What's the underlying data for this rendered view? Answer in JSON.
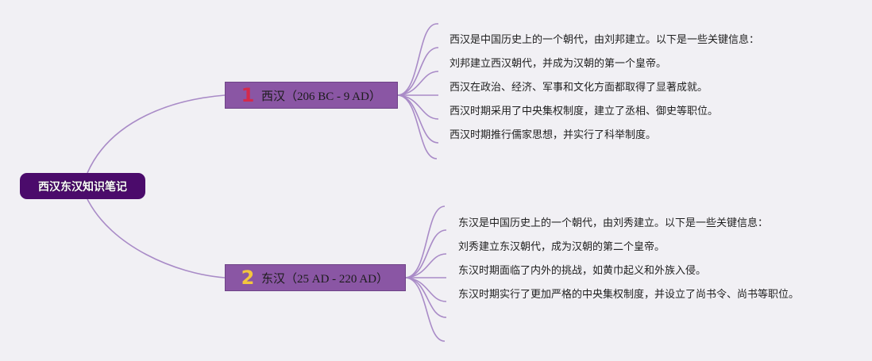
{
  "root": {
    "label": "西汉东汉知识笔记"
  },
  "branches": [
    {
      "number": "1",
      "label": "西汉（206 BC - 9 AD）",
      "number_color": "#d42a4c",
      "items": [
        "西汉是中国历史上的一个朝代，由刘邦建立。以下是一些关键信息：",
        "刘邦建立西汉朝代，并成为汉朝的第一个皇帝。",
        "西汉在政治、经济、军事和文化方面都取得了显著成就。",
        "西汉时期采用了中央集权制度，建立了丞相、御史等职位。",
        "西汉时期推行儒家思想，并实行了科举制度。"
      ]
    },
    {
      "number": "2",
      "label": "东汉（25 AD - 220 AD）",
      "number_color": "#f3c63e",
      "items": [
        "东汉是中国历史上的一个朝代，由刘秀建立。以下是一些关键信息：",
        "刘秀建立东汉朝代，成为汉朝的第二个皇帝。",
        "东汉时期面临了内外的挑战，如黄巾起义和外族入侵。",
        "东汉时期实行了更加严格的中央集权制度，并设立了尚书令、尚书等职位。"
      ]
    }
  ],
  "colors": {
    "background": "#f1f0f4",
    "root_fill": "#4b0b6b",
    "branch_fill": "#8a56a4",
    "connector": "#a98bc7"
  }
}
